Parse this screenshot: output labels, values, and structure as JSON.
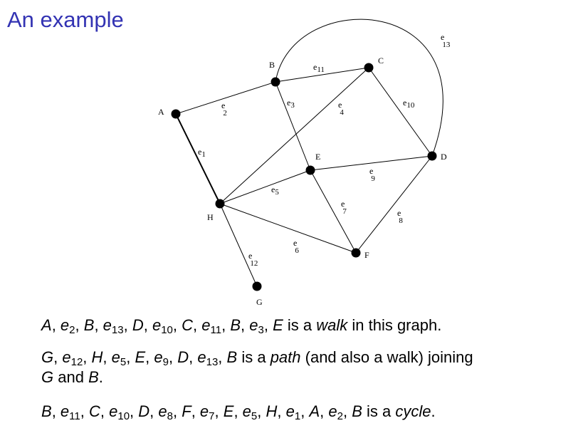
{
  "title": "An example",
  "graph": {
    "nodes": [
      {
        "id": "A",
        "label": "A"
      },
      {
        "id": "B",
        "label": "B"
      },
      {
        "id": "C",
        "label": "C"
      },
      {
        "id": "D",
        "label": "D"
      },
      {
        "id": "E",
        "label": "E"
      },
      {
        "id": "F",
        "label": "F"
      },
      {
        "id": "G",
        "label": "G"
      },
      {
        "id": "H",
        "label": "H"
      }
    ],
    "edges": [
      {
        "id": "e1",
        "letter": "e",
        "sub": "1",
        "from": "A",
        "to": "H"
      },
      {
        "id": "e2",
        "letter": "e",
        "sub": "2",
        "from": "A",
        "to": "B"
      },
      {
        "id": "e3",
        "letter": "e",
        "sub": "3",
        "from": "B",
        "to": "E"
      },
      {
        "id": "e4",
        "letter": "e",
        "sub": "4",
        "from": "H",
        "to": "C"
      },
      {
        "id": "e5",
        "letter": "e",
        "sub": "5",
        "from": "H",
        "to": "E"
      },
      {
        "id": "e6",
        "letter": "e",
        "sub": "6",
        "from": "H",
        "to": "F"
      },
      {
        "id": "e7",
        "letter": "e",
        "sub": "7",
        "from": "E",
        "to": "F"
      },
      {
        "id": "e8",
        "letter": "e",
        "sub": "8",
        "from": "F",
        "to": "D"
      },
      {
        "id": "e9",
        "letter": "e",
        "sub": "9",
        "from": "E",
        "to": "D"
      },
      {
        "id": "e10",
        "letter": "e",
        "sub": "10",
        "from": "C",
        "to": "D"
      },
      {
        "id": "e11",
        "letter": "e",
        "sub": "11",
        "from": "B",
        "to": "C"
      },
      {
        "id": "e12",
        "letter": "e",
        "sub": "12",
        "from": "H",
        "to": "G"
      },
      {
        "id": "e13",
        "letter": "e",
        "sub": "13",
        "from": "B",
        "to": "D",
        "curved": true
      }
    ]
  },
  "sentences": [
    {
      "id": "walk",
      "sequence": [
        [
          "A"
        ],
        [
          "e",
          "2"
        ],
        [
          "B"
        ],
        [
          "e",
          "13"
        ],
        [
          "D"
        ],
        [
          "e",
          "10"
        ],
        [
          "C"
        ],
        [
          "e",
          "11"
        ],
        [
          "B"
        ],
        [
          "e",
          "3"
        ],
        [
          "E"
        ]
      ],
      "pre": " is a ",
      "term": "walk",
      "post": " in this graph."
    },
    {
      "id": "path",
      "sequence": [
        [
          "G"
        ],
        [
          "e",
          "12"
        ],
        [
          "H"
        ],
        [
          "e",
          "5"
        ],
        [
          "E"
        ],
        [
          "e",
          "9"
        ],
        [
          "D"
        ],
        [
          "e",
          "13"
        ],
        [
          "B"
        ]
      ],
      "pre": " is a ",
      "term": "path",
      "post": " (and also a walk) joining",
      "line2_a": "G",
      "line2_and": " and ",
      "line2_b": "B",
      "line2_end": "."
    },
    {
      "id": "cycle",
      "sequence": [
        [
          "B"
        ],
        [
          "e",
          "11"
        ],
        [
          "C"
        ],
        [
          "e",
          "10"
        ],
        [
          "D"
        ],
        [
          "e",
          "8"
        ],
        [
          "F"
        ],
        [
          "e",
          "7"
        ],
        [
          "E"
        ],
        [
          "e",
          "5"
        ],
        [
          "H"
        ],
        [
          "e",
          "1"
        ],
        [
          "A"
        ],
        [
          "e",
          "2"
        ],
        [
          "B"
        ]
      ],
      "pre": " is a ",
      "term": "cycle",
      "post": "."
    }
  ]
}
